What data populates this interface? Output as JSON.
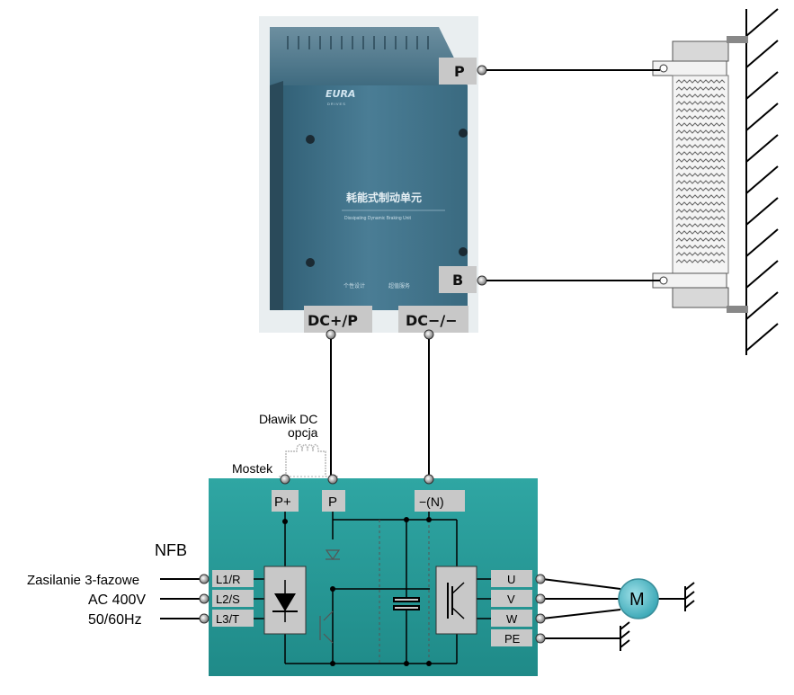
{
  "braking_unit": {
    "brand": "EURA",
    "brand_sub": "DRIVES",
    "title_cn": "耗能式制动单元",
    "subtitle_en": "Dissipating Dynamic Braking Unit",
    "slogan_left": "个性设计",
    "slogan_right": "超值服务",
    "terminal_p": "P",
    "terminal_b": "B",
    "terminal_dc_plus": "DC+/P",
    "terminal_dc_minus": "DC−/−"
  },
  "reactor": {
    "line1": "Dławik DC",
    "line2": "opcja"
  },
  "bridge_label": "Mostek",
  "inverter": {
    "terminals_top": [
      "P+",
      "P",
      "−(N)"
    ],
    "inputs": [
      "L1/R",
      "L2/S",
      "L3/T"
    ],
    "outputs": [
      "U",
      "V",
      "W",
      "PE"
    ],
    "nfb": "NFB"
  },
  "supply": {
    "line1": "Zasilanie 3-fazowe",
    "line2": "AC 400V",
    "line3": "50/60Hz"
  },
  "motor": {
    "label": "M"
  },
  "colors": {
    "unit_body": "#3d6f86",
    "inverter_body": "#2a9a98",
    "label_bg": "#c8c8c8",
    "wire": "#000000"
  }
}
